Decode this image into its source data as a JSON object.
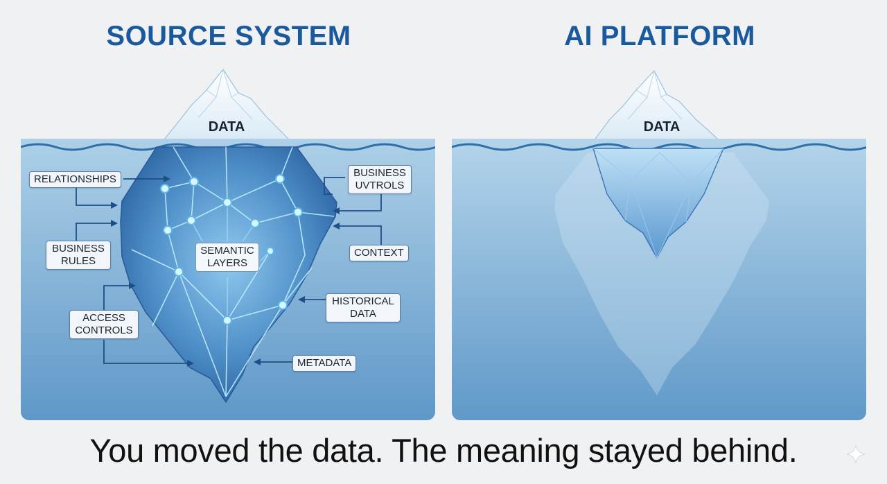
{
  "left_panel": {
    "title": "SOURCE SYSTEM",
    "tip_label": "DATA",
    "center_label": "SEMANTIC LAYERS",
    "tags": {
      "relationships": "RELATIONSHIPS",
      "business_rules": "BUSINESS RULES",
      "access_controls": "ACCESS CONTROLS",
      "business_controls": "BUSINESS UVTROLS",
      "context": "CONTEXT",
      "historical_data": "HISTORICAL DATA",
      "metadata": "METADATA"
    }
  },
  "right_panel": {
    "title": "AI PLATFORM",
    "tip_label": "DATA"
  },
  "caption": "You moved the data. The meaning stayed behind.",
  "colors": {
    "title": "#1a5a9c",
    "water_top": "#a9cde6",
    "water_bottom": "#5d97c8",
    "ice_deep": "#2f6fae",
    "network": "#bfeeff"
  }
}
